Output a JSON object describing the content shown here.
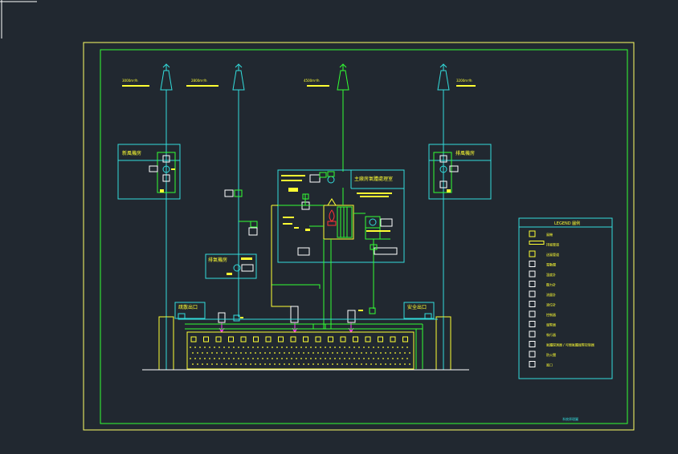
{
  "colors": {
    "background": "#212830",
    "sheet_border": "#ffff66",
    "inner_frame": "#33ff33",
    "duct": "#33dddd",
    "label": "#ffff33",
    "equipment": "#33ff33",
    "sensor": "#ff33ff",
    "ui_white": "#ffffff",
    "red": "#ff3333"
  },
  "room_labels": {
    "left_fan_room": "新風機房",
    "right_fan_room": "排風機房",
    "center_equipment": "主廠房氣體處理室",
    "exhaust_room": "排氣機房",
    "left_door": "疏散出口",
    "right_door": "安全出口"
  },
  "vent_labels": {
    "v1": "3000m³/h",
    "v2": "2800m³/h",
    "v3": "4500m³/h",
    "v4": "3200m³/h"
  },
  "legend": {
    "title": "LEGEND 圖例",
    "items": [
      "風機",
      "排風管道",
      "送風管道",
      "電動閥",
      "溫度計",
      "壓力計",
      "流量計",
      "液位計",
      "控制器",
      "報警器",
      "執行器",
      "氣體探測器 / 可燃氣體報警控制器",
      "防火閥",
      "風口"
    ]
  },
  "drawing_title": "系統原理圖"
}
